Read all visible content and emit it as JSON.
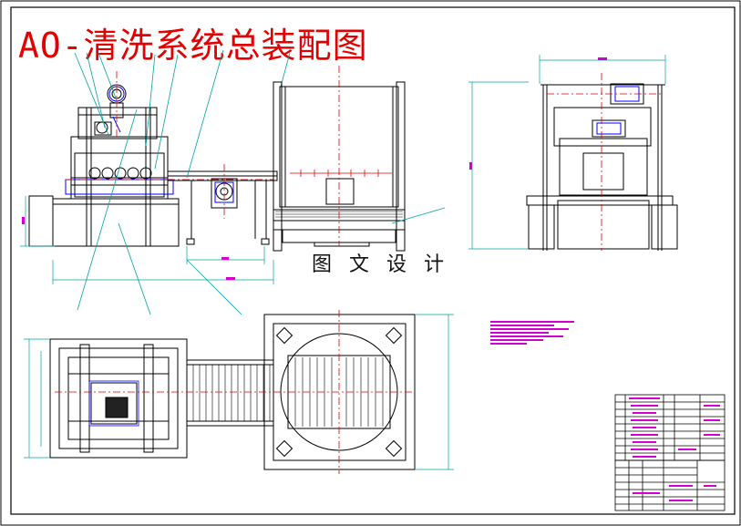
{
  "title": "AO-清洗系统总装配图",
  "watermark": "图 文 设 计",
  "colors": {
    "title": "#e30000",
    "line": "#000000",
    "dimension": "#00a0a0",
    "centerline": "#e00000",
    "blue": "#0000ff",
    "magenta": "#d000d0"
  },
  "views": {
    "front": "front-elevation-view",
    "middle": "tank-side-section-view",
    "side": "side-elevation-view",
    "plan": "top-plan-view"
  },
  "blocks": {
    "notes": "technical-notes-block",
    "parts_list": "parts-list-table",
    "title_block": "drawing-title-block"
  }
}
